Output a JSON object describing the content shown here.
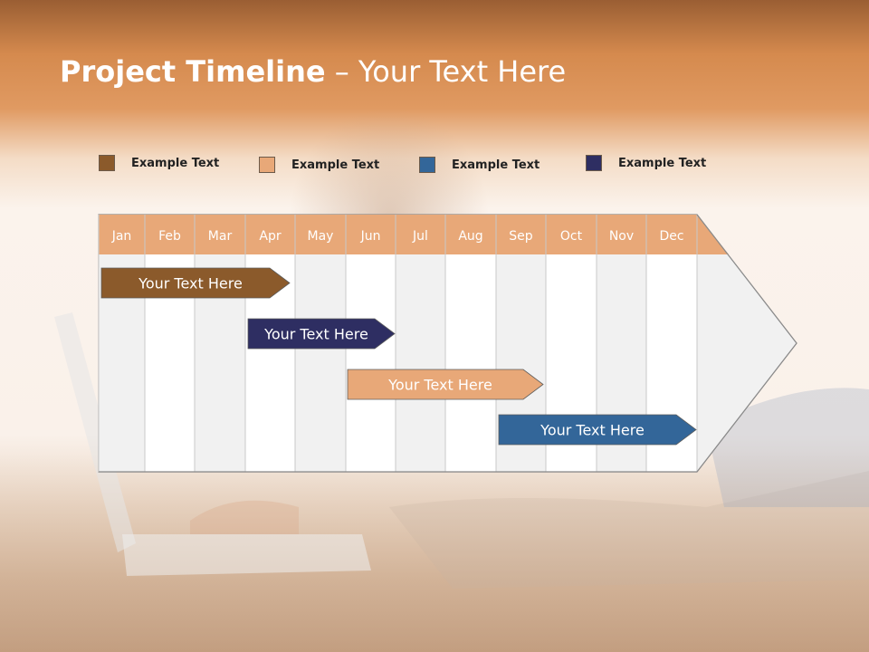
{
  "title": {
    "bold": "Project Timeline",
    "rest": " – Your Text Here"
  },
  "legend": [
    {
      "label": "Example Text",
      "color": "#8b5a2b"
    },
    {
      "label": "Example Text",
      "color": "#e8a878"
    },
    {
      "label": "Example Text",
      "color": "#336699"
    },
    {
      "label": "Example Text",
      "color": "#2e2e62"
    }
  ],
  "months": [
    "Jan",
    "Feb",
    "Mar",
    "Apr",
    "May",
    "Jun",
    "Jul",
    "Aug",
    "Sep",
    "Oct",
    "Nov",
    "Dec"
  ],
  "tasks": [
    {
      "label": "Your  Text Here",
      "start_month": "Jan",
      "end_month": "Apr",
      "color": "#8b5a2b"
    },
    {
      "label": "Your  Text Here",
      "start_month": "Apr",
      "end_month": "Jun",
      "color": "#2e2e62"
    },
    {
      "label": "Your  Text Here",
      "start_month": "Jun",
      "end_month": "Sep",
      "color": "#e8a878"
    },
    {
      "label": "Your  Text Here",
      "start_month": "Aug",
      "end_month": "Dec",
      "color": "#336699"
    }
  ],
  "colors": {
    "header": "#e8a878",
    "column_shade": "#f1f1f1",
    "column_white": "#ffffff",
    "grid_line": "#c9c9c9"
  }
}
